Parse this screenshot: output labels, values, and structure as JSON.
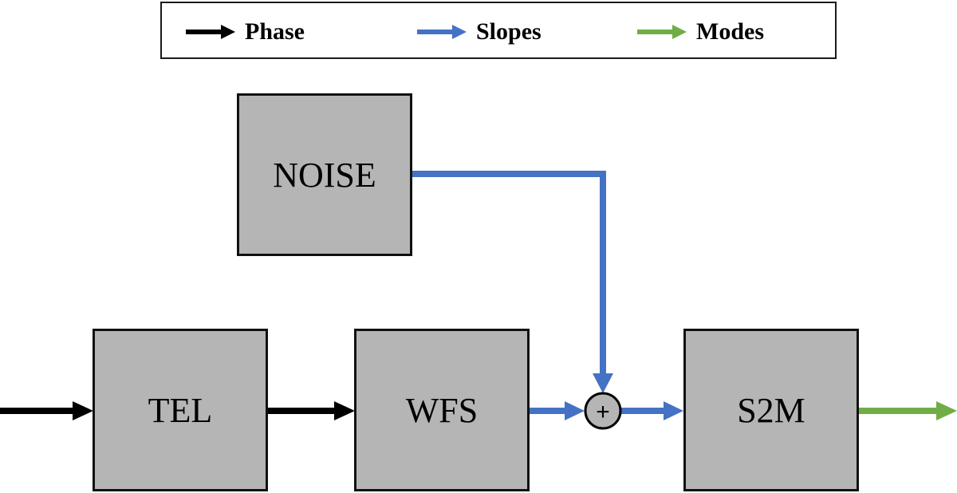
{
  "legend": {
    "items": [
      {
        "label": "Phase",
        "color": "#000000"
      },
      {
        "label": "Slopes",
        "color": "#4472c4"
      },
      {
        "label": "Modes",
        "color": "#70ad47"
      }
    ]
  },
  "blocks": {
    "noise": "NOISE",
    "tel": "TEL",
    "wfs": "WFS",
    "s2m": "S2M"
  },
  "summing_junction": {
    "symbol": "+"
  },
  "colors": {
    "phase": "#000000",
    "slopes": "#4472c4",
    "modes": "#70ad47",
    "block_fill": "#b5b5b5"
  }
}
